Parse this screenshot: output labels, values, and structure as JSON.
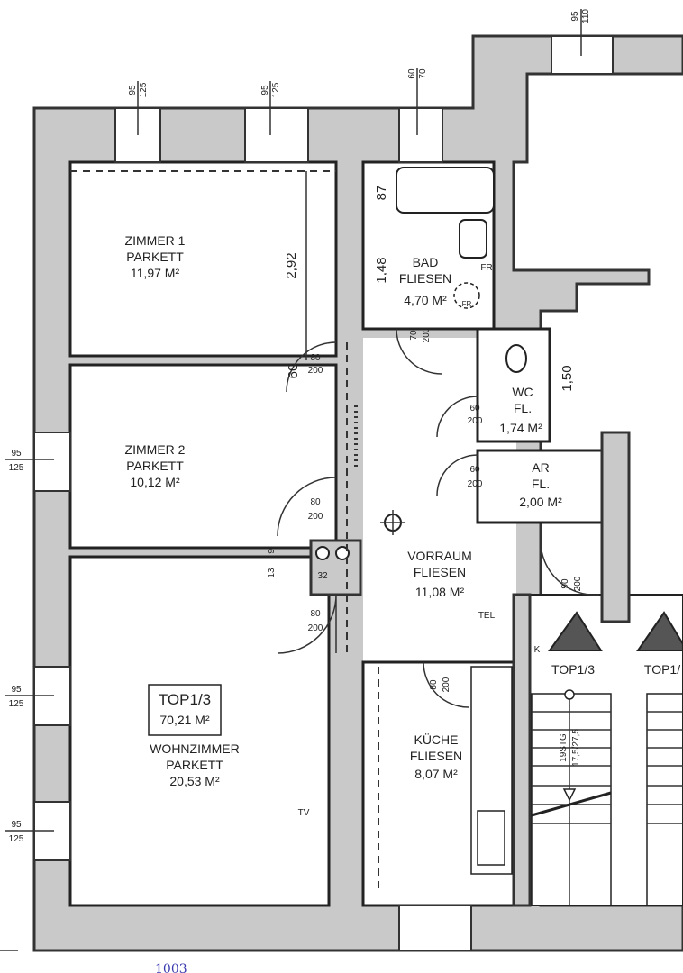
{
  "rooms": {
    "zimmer1": {
      "name": "ZIMMER 1",
      "floor": "PARKETT",
      "area": "11,97 M²"
    },
    "zimmer2": {
      "name": "ZIMMER 2",
      "floor": "PARKETT",
      "area": "10,12 M²"
    },
    "wohnzimmer": {
      "name": "WOHNZIMMER",
      "floor": "PARKETT",
      "area": "20,53 M²"
    },
    "bad": {
      "name": "BAD",
      "floor": "FLIESEN",
      "area": "4,70 M²"
    },
    "wc": {
      "name": "WC",
      "floor": "FL.",
      "area": "1,74 M²"
    },
    "ar": {
      "name": "AR",
      "floor": "FL.",
      "area": "2,00 M²"
    },
    "vorraum": {
      "name": "VORRAUM",
      "floor": "FLIESEN",
      "area": "11,08 M²"
    },
    "kueche": {
      "name": "KÜCHE",
      "floor": "FLIESEN",
      "area": "8,07 M²"
    }
  },
  "unit": {
    "name": "TOP1/3",
    "area": "70,21 M²"
  },
  "entrances": [
    "TOP1/3",
    "TOP1/"
  ],
  "stairs": {
    "count": "19STG",
    "ratio": "17,5/27,5"
  },
  "windows": {
    "w1": [
      "95",
      "125"
    ],
    "w2": [
      "95",
      "125"
    ],
    "w3": [
      "60",
      "70"
    ],
    "w4": [
      "95",
      "110"
    ],
    "left1": [
      "95",
      "125"
    ],
    "left2": [
      "95",
      "125"
    ],
    "left3": [
      "95",
      "125"
    ]
  },
  "doors": {
    "z1": [
      "80",
      "200"
    ],
    "z2": [
      "80",
      "200"
    ],
    "wz": [
      "80",
      "200"
    ],
    "bad": [
      "70",
      "200"
    ],
    "wc": [
      "60",
      "200"
    ],
    "ar": [
      "60",
      "200"
    ],
    "kueche": [
      "80",
      "200"
    ],
    "entry": [
      "90",
      "200"
    ]
  },
  "dimensions": {
    "h1": "2,92",
    "h2": "87",
    "h3": "1,48",
    "h4": "60",
    "h5": "1,50",
    "chimney1": "13",
    "chimney2": "9",
    "chimney3": "32"
  },
  "labels": {
    "tel": "TEL",
    "tv": "TV",
    "fr1": "FR",
    "fr2": "FR",
    "k": "K"
  },
  "annotation": "1003"
}
